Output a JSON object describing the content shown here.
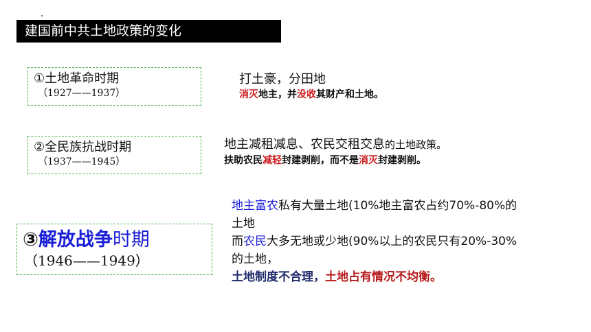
{
  "header": {
    "title": "建国前中共土地政策的变化"
  },
  "periods": [
    {
      "title": "①土地革命时期",
      "years": "（1927——1937）",
      "policy_line1": "打土豪，分田地",
      "policy_line2": {
        "w1": "消灭",
        "t1": "地主，并",
        "w2": "没收",
        "t2": "其财产和土地。"
      }
    },
    {
      "title": "②全民族抗战时期",
      "years": "（1937——1945）",
      "policy_line1": {
        "main": "地主减租减息、农民交租交息",
        "tail": "的土地政策。"
      },
      "policy_line2": {
        "t1": "扶助农民",
        "w1": "减轻",
        "t2": "封建剥削，而不是",
        "w2": "消灭",
        "t3": "封建剥削。"
      }
    },
    {
      "title_num": "③",
      "title_main": "解放战争",
      "title_tail": "时期",
      "years": "（1946——1949）",
      "lines": {
        "l1_blue": "地主富农",
        "l1_rest": "私有大量土地(10%地主富农占约70%-80%的",
        "l2": "土地",
        "l3_pre": "而",
        "l3_blue": "农民",
        "l3_rest": "大多无地或少地(90%以上的农民只有20%-30%",
        "l4": "的土地，",
        "l5_navy": "土地制度不合理，",
        "l5_red": "土地占有情况不均衡。"
      }
    }
  ],
  "colors": {
    "header_bg": "#000000",
    "box_border": "#4caf50",
    "blue": "#1a1fd6",
    "red": "#cc1f1f",
    "navy": "#1f2a6b"
  }
}
